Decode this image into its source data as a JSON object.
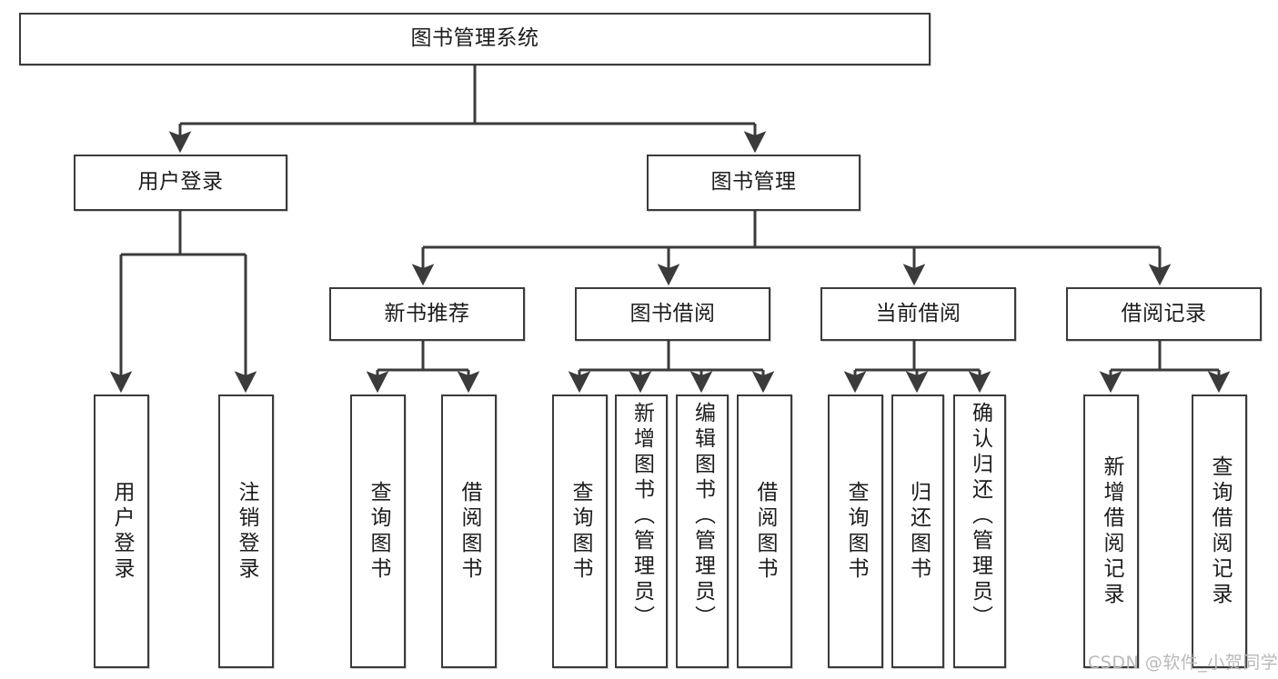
{
  "diagram": {
    "title": "图书管理系统",
    "type": "hierarchy-tree",
    "watermark": "CSDN @软件_小贺同学",
    "nodes": {
      "root": {
        "label": "图书管理系统"
      },
      "level2": [
        {
          "id": "user-login",
          "label": "用户登录"
        },
        {
          "id": "book-manage",
          "label": "图书管理"
        }
      ],
      "level3": [
        {
          "id": "new-book-recommend",
          "label": "新书推荐"
        },
        {
          "id": "book-borrow",
          "label": "图书借阅"
        },
        {
          "id": "current-borrow",
          "label": "当前借阅"
        },
        {
          "id": "borrow-record",
          "label": "借阅记录"
        }
      ],
      "leaves": [
        {
          "id": "leaf-user-login",
          "label": "用户登录"
        },
        {
          "id": "leaf-logout-login",
          "label": "注销登录"
        },
        {
          "id": "leaf-query-book-1",
          "label": "查询图书"
        },
        {
          "id": "leaf-borrow-book-1",
          "label": "借阅图书"
        },
        {
          "id": "leaf-query-book-2",
          "label": "查询图书"
        },
        {
          "id": "leaf-add-book",
          "label": "新增图书（管理员）"
        },
        {
          "id": "leaf-edit-book",
          "label": "编辑图书（管理员）"
        },
        {
          "id": "leaf-borrow-book-2",
          "label": "借阅图书"
        },
        {
          "id": "leaf-query-book-3",
          "label": "查询图书"
        },
        {
          "id": "leaf-return-book",
          "label": "归还图书"
        },
        {
          "id": "leaf-confirm-return",
          "label": "确认归还（管理员）"
        },
        {
          "id": "leaf-add-record",
          "label": "新增借阅记录"
        },
        {
          "id": "leaf-query-record",
          "label": "查询借阅记录"
        }
      ]
    },
    "edges": [
      {
        "from": "root",
        "to": "user-login"
      },
      {
        "from": "root",
        "to": "book-manage"
      },
      {
        "from": "user-login",
        "to": "leaf-user-login"
      },
      {
        "from": "user-login",
        "to": "leaf-logout-login"
      },
      {
        "from": "book-manage",
        "to": "new-book-recommend"
      },
      {
        "from": "book-manage",
        "to": "book-borrow"
      },
      {
        "from": "book-manage",
        "to": "current-borrow"
      },
      {
        "from": "book-manage",
        "to": "borrow-record"
      },
      {
        "from": "new-book-recommend",
        "to": "leaf-query-book-1"
      },
      {
        "from": "new-book-recommend",
        "to": "leaf-borrow-book-1"
      },
      {
        "from": "book-borrow",
        "to": "leaf-query-book-2"
      },
      {
        "from": "book-borrow",
        "to": "leaf-add-book"
      },
      {
        "from": "book-borrow",
        "to": "leaf-edit-book"
      },
      {
        "from": "book-borrow",
        "to": "leaf-borrow-book-2"
      },
      {
        "from": "current-borrow",
        "to": "leaf-query-book-3"
      },
      {
        "from": "current-borrow",
        "to": "leaf-return-book"
      },
      {
        "from": "current-borrow",
        "to": "leaf-confirm-return"
      },
      {
        "from": "borrow-record",
        "to": "leaf-add-record"
      },
      {
        "from": "borrow-record",
        "to": "leaf-query-record"
      }
    ],
    "colors": {
      "stroke": "#3b3b3b",
      "fill": "#ffffff",
      "text": "#1c1c1c",
      "watermark": "#b9b9b9"
    }
  }
}
